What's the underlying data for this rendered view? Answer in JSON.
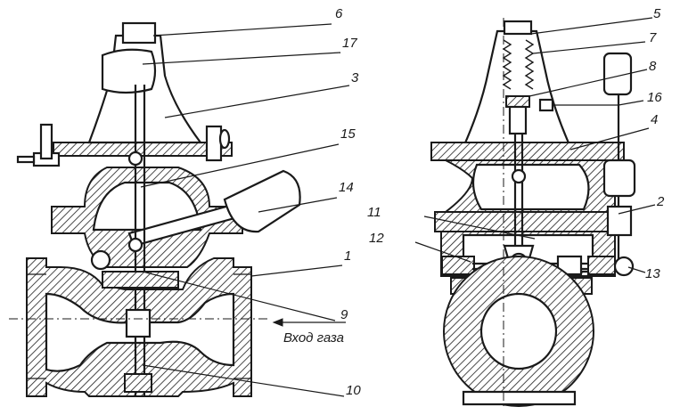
{
  "left_view": {
    "labels": {
      "part_6": "6",
      "part_17": "17",
      "part_3": "3",
      "part_15": "15",
      "part_14": "14",
      "part_1": "1",
      "part_9": "9",
      "part_10": "10"
    },
    "inlet_caption": "Вход газа"
  },
  "right_view": {
    "labels": {
      "part_5": "5",
      "part_7": "7",
      "part_8": "8",
      "part_16": "16",
      "part_4": "4",
      "part_11": "11",
      "part_2": "2",
      "part_12": "12",
      "part_13": "13"
    }
  }
}
